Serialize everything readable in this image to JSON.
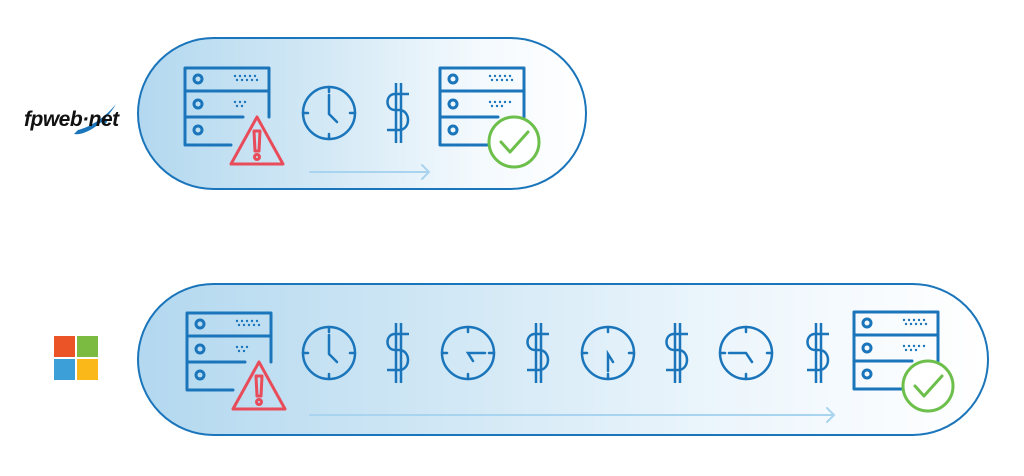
{
  "logos": {
    "fpweb": {
      "text": "fpweb·net",
      "swoosh_color": "#1b75bb"
    },
    "microsoft": {
      "colors": [
        "#f25022",
        "#7fba00",
        "#00a4ef",
        "#ffb900"
      ],
      "rendered_colors": [
        "#ea5427",
        "#7cbb42",
        "#3d9fd8",
        "#fbb919"
      ]
    }
  },
  "colors": {
    "outline_blue": "#1b75bb",
    "arrow_blue": "#a9d4ef",
    "warning_red": "#e84c5a",
    "success_green": "#6cbf4a"
  },
  "rows": [
    {
      "provider": "fpweb.net",
      "steps": [
        "server-warning",
        "clock",
        "dollar",
        "server-ok"
      ],
      "clock_hands": [
        {
          "hour_angle": 150,
          "minute_angle": 0
        }
      ]
    },
    {
      "provider": "Microsoft",
      "steps": [
        "server-warning",
        "clock",
        "dollar",
        "clock",
        "dollar",
        "clock",
        "dollar",
        "clock",
        "dollar",
        "server-ok"
      ],
      "clock_hands": [
        {
          "hour_angle": 150,
          "minute_angle": 0
        },
        {
          "hour_angle": 150,
          "minute_angle": 90
        },
        {
          "hour_angle": 150,
          "minute_angle": 180
        },
        {
          "hour_angle": 150,
          "minute_angle": 270
        }
      ]
    }
  ]
}
